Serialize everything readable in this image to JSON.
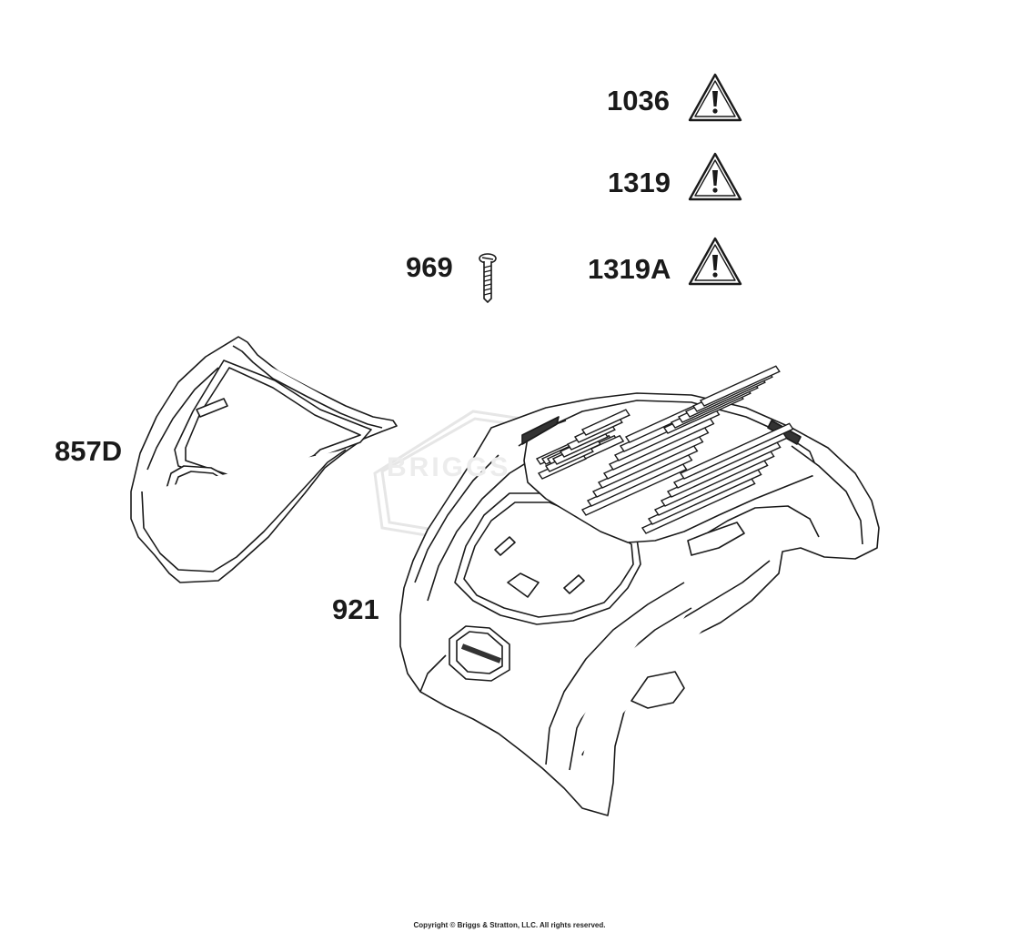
{
  "callouts": {
    "part_1036": "1036",
    "part_1319": "1319",
    "part_1319a": "1319A",
    "part_969": "969",
    "part_857d": "857D",
    "part_921": "921"
  },
  "watermark": "BRIGGS",
  "footer": {
    "copyright": "Copyright © Briggs & Stratton, LLC. All rights reserved."
  },
  "icons": {
    "warning": "warning-triangle-icon",
    "screw": "screw-icon"
  },
  "colors": {
    "line": "#1a1a1a",
    "background": "#ffffff",
    "watermark": "#e6e6e6"
  }
}
